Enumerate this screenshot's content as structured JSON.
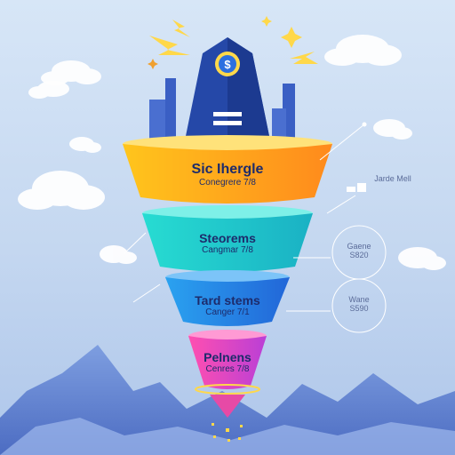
{
  "stages": [
    {
      "title": "Sic Ihergle",
      "subtitle": "Conegrere 7/8",
      "color_top": "#ffc51c",
      "color_bottom": "#ff8a1c"
    },
    {
      "title": "Steorems",
      "subtitle": "Cangmar 7/8",
      "color_top": "#27dcd2",
      "color_bottom": "#1ab1c4"
    },
    {
      "title": "Tard stems",
      "subtitle": "Canger 7/1",
      "color_top": "#2aa2f0",
      "color_bottom": "#2266d8"
    },
    {
      "title": "Pelnens",
      "subtitle": "Cenres 7/8",
      "color_top": "#ff4fb0",
      "color_bottom": "#ba3fd6"
    }
  ],
  "side_labels": [
    {
      "line1": "Jarde Mell",
      "line2": ""
    },
    {
      "line1": "Gaene",
      "line2": "S820"
    },
    {
      "line1": "Wane",
      "line2": "S590"
    }
  ],
  "colors": {
    "sky_top": "#d7e6f7",
    "mountain": "#5c7fd0",
    "castle": "#2548a8",
    "accent": "#ffd84a",
    "text_dark": "#1d2b6b"
  },
  "icons": [
    "dollar-coin-icon",
    "lightning-icon",
    "sparkle-icon",
    "cloud-icon"
  ]
}
